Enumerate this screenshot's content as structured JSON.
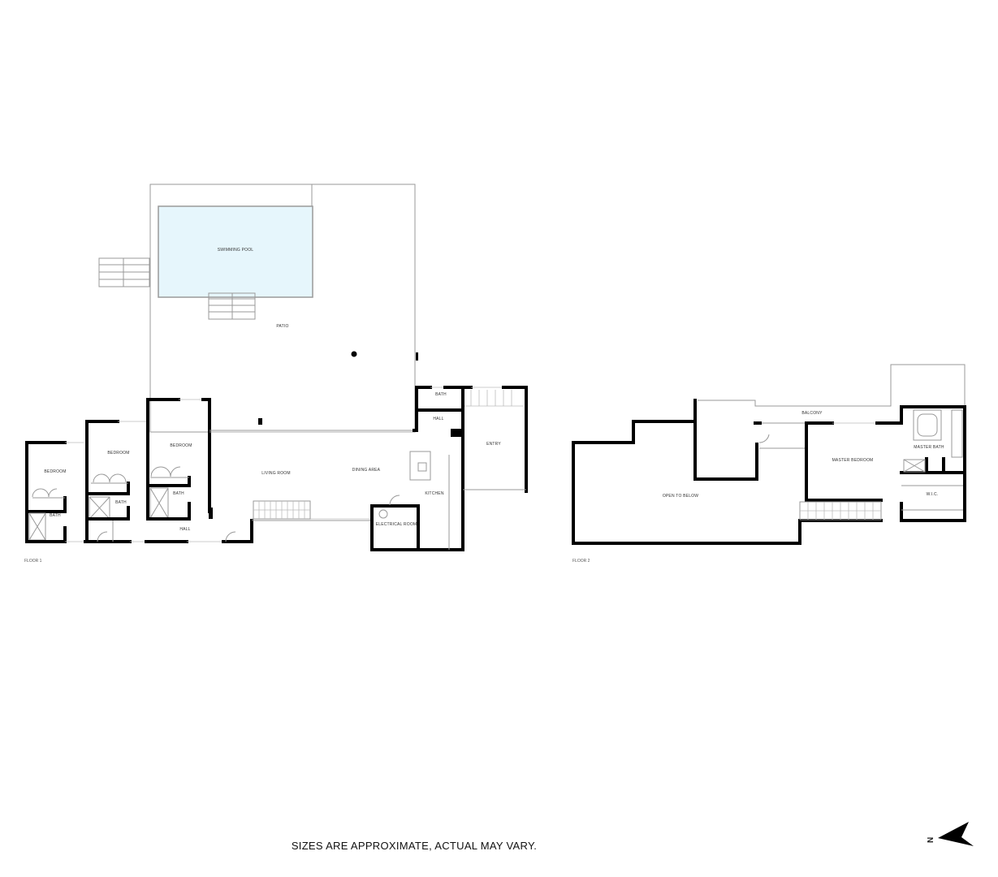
{
  "floor_plan": {
    "floor1": {
      "label": "FLOOR 1",
      "rooms": {
        "swimming_pool": "SWIMMING POOL",
        "patio": "PATIO",
        "bedroom_1": "BEDROOM",
        "bedroom_2": "BEDROOM",
        "bedroom_3": "BEDROOM",
        "bath_1": "BATH",
        "bath_2": "BATH",
        "bath_3": "BATH",
        "bath_4": "BATH",
        "hall_1": "HALL",
        "hall_2": "HALL",
        "living_room": "LIVING ROOM",
        "dining_area": "DINING AREA",
        "kitchen": "KITCHEN",
        "electrical_room": "ELECTRICAL ROOM",
        "entry": "ENTRY"
      }
    },
    "floor2": {
      "label": "FLOOR 2",
      "rooms": {
        "open_to_below": "OPEN TO BELOW",
        "balcony": "BALCONY",
        "master_bedroom": "MASTER BEDROOM",
        "master_bath": "MASTER BATH",
        "wic": "W.I.C."
      }
    },
    "colors": {
      "pool_fill": "#e6f6fc",
      "wall": "#000000"
    }
  },
  "footer": {
    "disclaimer": "SIZES ARE APPROXIMATE, ACTUAL MAY VARY."
  },
  "compass": {
    "label": "N"
  }
}
